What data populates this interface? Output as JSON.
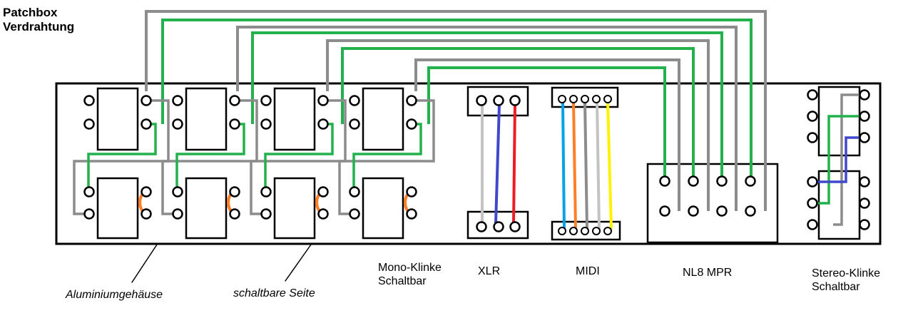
{
  "title": {
    "line1": "Patchbox",
    "line2": "Verdrahtung"
  },
  "labels": {
    "mono_jack": {
      "line1": "Mono-Klinke",
      "line2": "Schaltbar"
    },
    "xlr": "XLR",
    "midi": "MIDI",
    "nl8": "NL8 MPR",
    "stereo_jack": {
      "line1": "Stereo-Klinke",
      "line2": "Schaltbar"
    }
  },
  "annotations": {
    "housing": "Aluminiumgehäuse",
    "switchable_side": "schaltbare Seite"
  },
  "colors": {
    "green": "#22b14c",
    "gray": "#8c8c8c",
    "light_gray": "#c3c3c3",
    "blue": "#3f48cc",
    "red": "#ed1c24",
    "orange": "#ff7f27",
    "light_blue": "#00a2e8",
    "yellow": "#fff200"
  }
}
